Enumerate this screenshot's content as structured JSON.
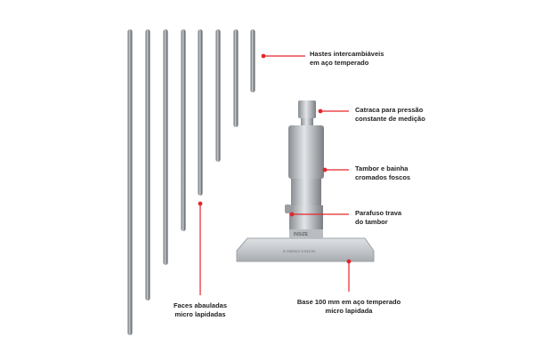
{
  "callouts": {
    "rods": {
      "line1": "Hastes intercambiáveis",
      "line2": "em aço temperado"
    },
    "ratchet": {
      "line1": "Catraca para pressão",
      "line2": "constante de medição"
    },
    "thimble": {
      "line1": "Tambor e bainha",
      "line2": "cromados foscos"
    },
    "lock_screw": {
      "line1": "Parafuso trava",
      "line2": "do tambor"
    },
    "faces": {
      "line1": "Faces abauladas",
      "line2": "micro lapidadas"
    },
    "base": {
      "line1": "Base 100 mm em aço temperado",
      "line2": "micro lapidada"
    }
  },
  "product_markings": {
    "brand": "INSIZE",
    "range": "0-150mm  0.01mm"
  },
  "accent_color": "#e3262c"
}
